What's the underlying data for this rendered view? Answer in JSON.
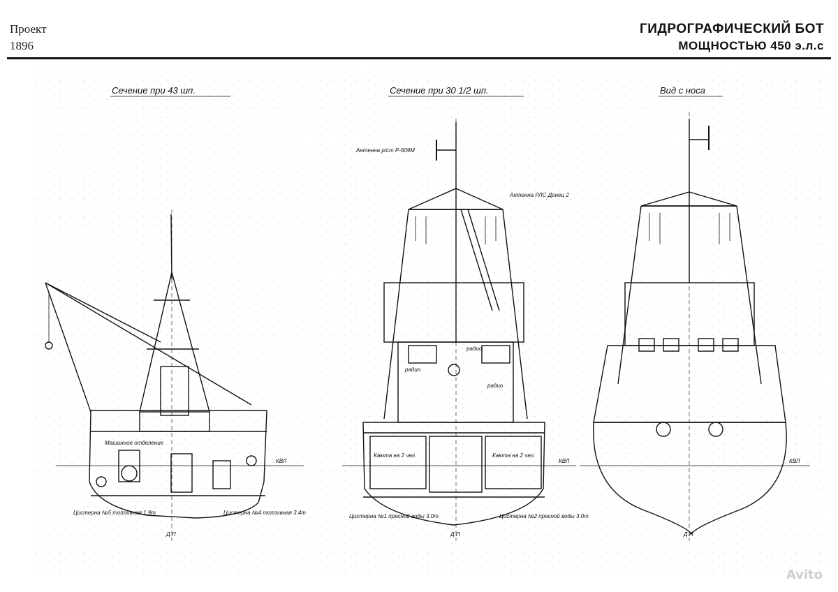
{
  "header": {
    "project_label": "Проект",
    "project_number": "1896",
    "title_line1": "ГИДРОГРАФИЧЕСКИЙ БОТ",
    "title_line2": "МОЩНОСТЬЮ 450 э.л.с"
  },
  "views": [
    {
      "caption": "Сечение при 43 шп.",
      "labels": {
        "engine_room": "Машинное отделение",
        "kvl": "КВЛ",
        "dp": "Д.П",
        "tank5": "Цистерна №5 топливная 1.9т",
        "tank4": "Цистерна №4 топливная 3.4т"
      }
    },
    {
      "caption": "Сечение при 30 1/2 шп.",
      "labels": {
        "antenna1": "Антенна р/ст Р-609М",
        "antenna2": "Антенна РЛС Донец 2",
        "radio1": "радио",
        "radio2": "радио",
        "radio3": "радио",
        "cabin_left": "Каюта на 2 чел.",
        "cabin_right": "Каюта на 2 чел.",
        "kvl": "КВЛ",
        "dp": "Д.П",
        "tank1": "Цистерна №1 пресной воды 3.0т",
        "tank2": "Цистерна №2 пресной воды 3.0т"
      }
    },
    {
      "caption": "Вид с носа",
      "labels": {
        "kvl": "КВЛ",
        "dp": "Д.П"
      }
    }
  ],
  "watermark": "Avito"
}
